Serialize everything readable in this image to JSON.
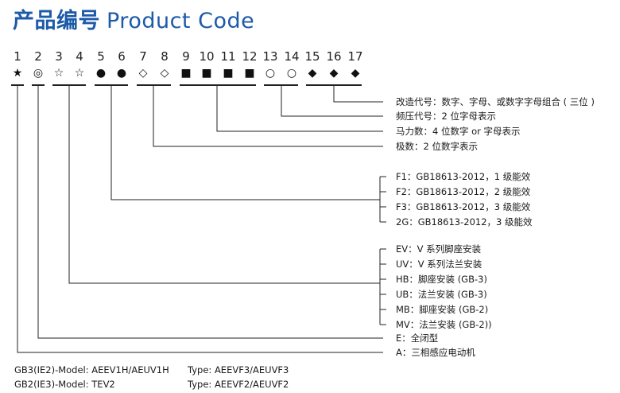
{
  "title": {
    "zh": "产品编号",
    "en": "Product Code"
  },
  "positions": [
    "1",
    "2",
    "3",
    "4",
    "5",
    "6",
    "7",
    "8",
    "9",
    "10",
    "11",
    "12",
    "13",
    "14",
    "15",
    "16",
    "17"
  ],
  "symbols": [
    "★",
    "◎",
    "☆",
    "☆",
    "●",
    "●",
    "◇",
    "◇",
    "■",
    "■",
    "■",
    "■",
    "○",
    "○",
    "◆",
    "◆",
    "◆"
  ],
  "labels": {
    "mod": "改造代号：数字、字母、或数字字母组合 ( 三位 )",
    "freq": "频压代号：2 位字母表示",
    "power": "马力数：4 位数字 or 字母表示",
    "poles": "极数：2 位数字表示",
    "eff": [
      "F1：GB18613-2012，1 级能效",
      "F2：GB18613-2012，2 级能效",
      "F3：GB18613-2012，3 级能效",
      "2G：GB18613-2012，3 级能效"
    ],
    "mount": [
      "EV：V 系列脚座安装",
      "UV：V 系列法兰安装",
      "HB：脚座安装 (GB-3)",
      "UB：法兰安装 (GB-3)",
      "MB：脚座安装 (GB-2)",
      "MV：法兰安装 (GB-2))"
    ],
    "enclosure": "E：全闭型",
    "motor": "A：三相感应电动机"
  },
  "footer": {
    "row1_left": "GB3(IE2)-Model: AEEV1H/AEUV1H",
    "row1_right": "Type: AEEVF3/AEUVF3",
    "row2_left": "GB2(IE3)-Model: TEV2",
    "row2_right": "Type: AEEVF2/AEUVF2"
  }
}
